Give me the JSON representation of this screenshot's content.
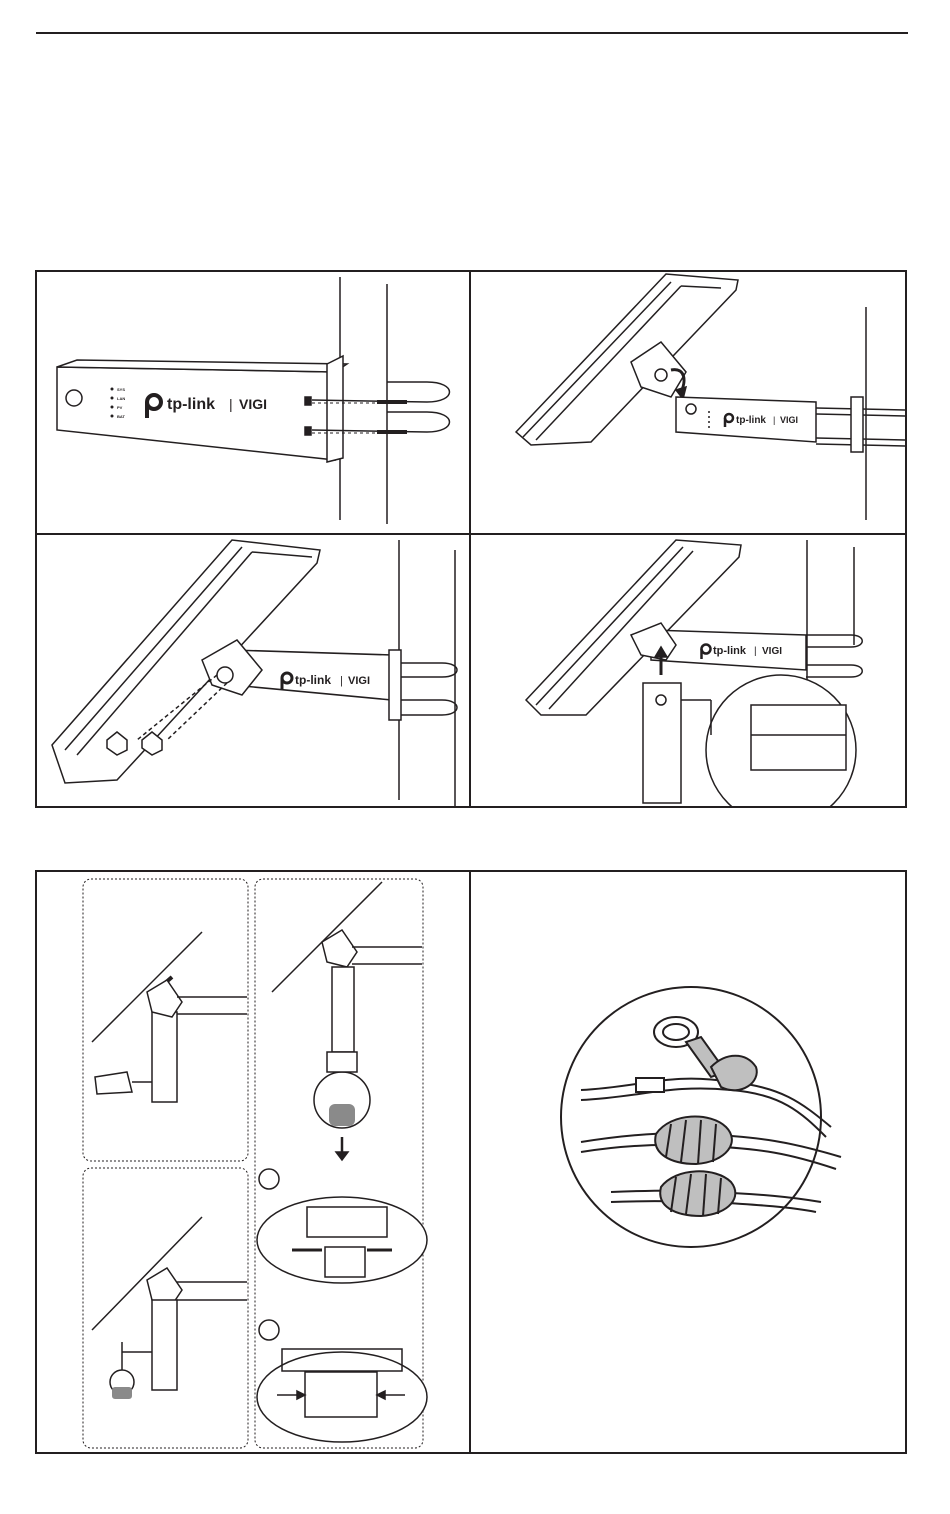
{
  "brand": {
    "logo_text": "tp-link",
    "separator": "|",
    "product": "VIGI"
  },
  "status_labels": [
    "SYS",
    "LAN",
    "PV",
    "BAT"
  ],
  "steps": {
    "inset_markers": [
      "",
      ""
    ]
  },
  "colors": {
    "line": "#231f20",
    "shade": "#bfbfbf",
    "dark_shade": "#8a8a8a"
  }
}
